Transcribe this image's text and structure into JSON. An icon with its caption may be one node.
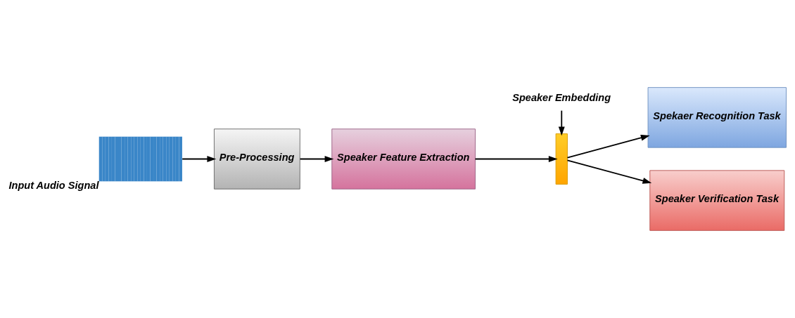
{
  "diagram": {
    "nodes": [
      {
        "text": [],
        "shape": "picture",
        "beside": [
          "Input Audio Signal"
        ]
      },
      {
        "text": [
          "Pre-Processing"
        ]
      },
      {
        "text": [
          "Speaker Feature Extraction"
        ]
      },
      {
        "text": [
          "Speaker Embedding"
        ]
      },
      {
        "text": [],
        "shape": "bar"
      },
      {
        "text": [
          "Spekaer Recognition Task"
        ]
      },
      {
        "text": [
          "Speaker Verification Task"
        ]
      }
    ],
    "edges": [
      {
        "from": 0,
        "to": 1,
        "arrow": "to"
      },
      {
        "from": 1,
        "to": 2,
        "arrow": "to"
      },
      {
        "from": 2,
        "to": 4,
        "arrow": "to"
      },
      {
        "from": 3,
        "to": 4,
        "arrow": "to"
      },
      {
        "from": 4,
        "to": 5,
        "arrow": "to"
      },
      {
        "from": 4,
        "to": 6,
        "arrow": "to"
      }
    ]
  }
}
